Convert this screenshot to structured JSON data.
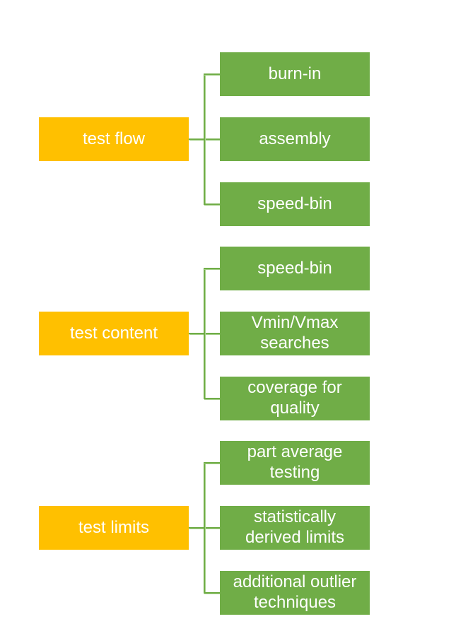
{
  "page": {
    "background": "#ffffff"
  },
  "colors": {
    "parent_fill": "#FFC000",
    "child_fill": "#70AD47",
    "connector_line": "#70AD47",
    "connector_highlight": "#A9D18E",
    "box_text": "#ffffff",
    "page_bg": "#ffffff"
  },
  "diagram": {
    "groups": [
      {
        "parent_label": "test flow",
        "children": [
          "burn-in",
          "assembly",
          "speed-bin"
        ]
      },
      {
        "parent_label": "test content",
        "children": [
          "speed-bin",
          "Vmin/Vmax searches",
          "coverage for quality"
        ]
      },
      {
        "parent_label": "test limits",
        "children": [
          "part average testing",
          "statistically derived limits",
          "additional outlier techniques"
        ]
      }
    ]
  }
}
